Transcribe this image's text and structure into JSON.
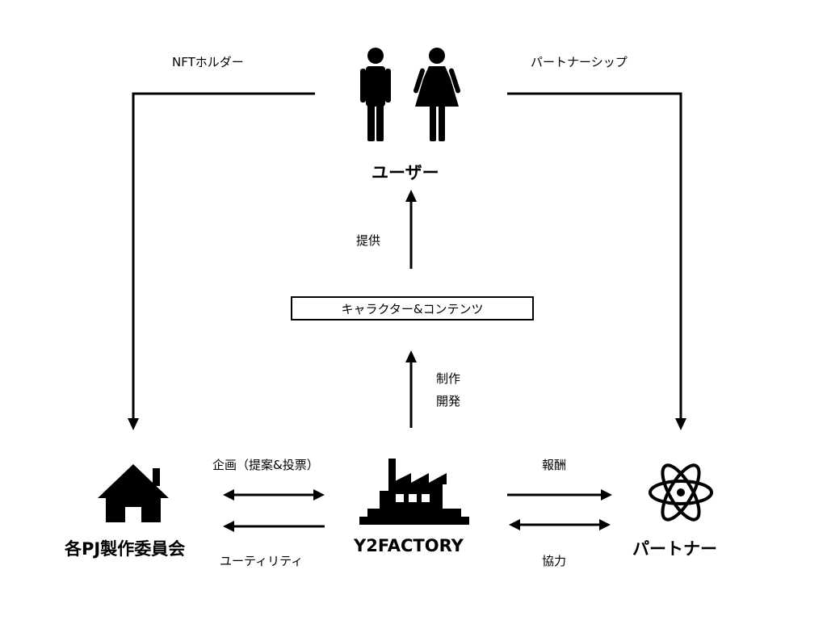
{
  "nodes": {
    "user": "ユーザー",
    "content_box": "キャラクター&コンテンツ",
    "committee": "各PJ製作委員会",
    "factory": "Y2FACTORY",
    "partner": "パートナー"
  },
  "edges": {
    "nft_holder": "NFTホルダー",
    "partnership": "パートナーシップ",
    "provide": "提供",
    "produce_line1": "制作",
    "produce_line2": "開発",
    "plan_vote": "企画（提案&投票）",
    "utility": "ユーティリティ",
    "reward": "報酬",
    "cooperation": "協力"
  },
  "icons": [
    "person-icon",
    "house-icon",
    "factory-icon",
    "atom-icon"
  ]
}
